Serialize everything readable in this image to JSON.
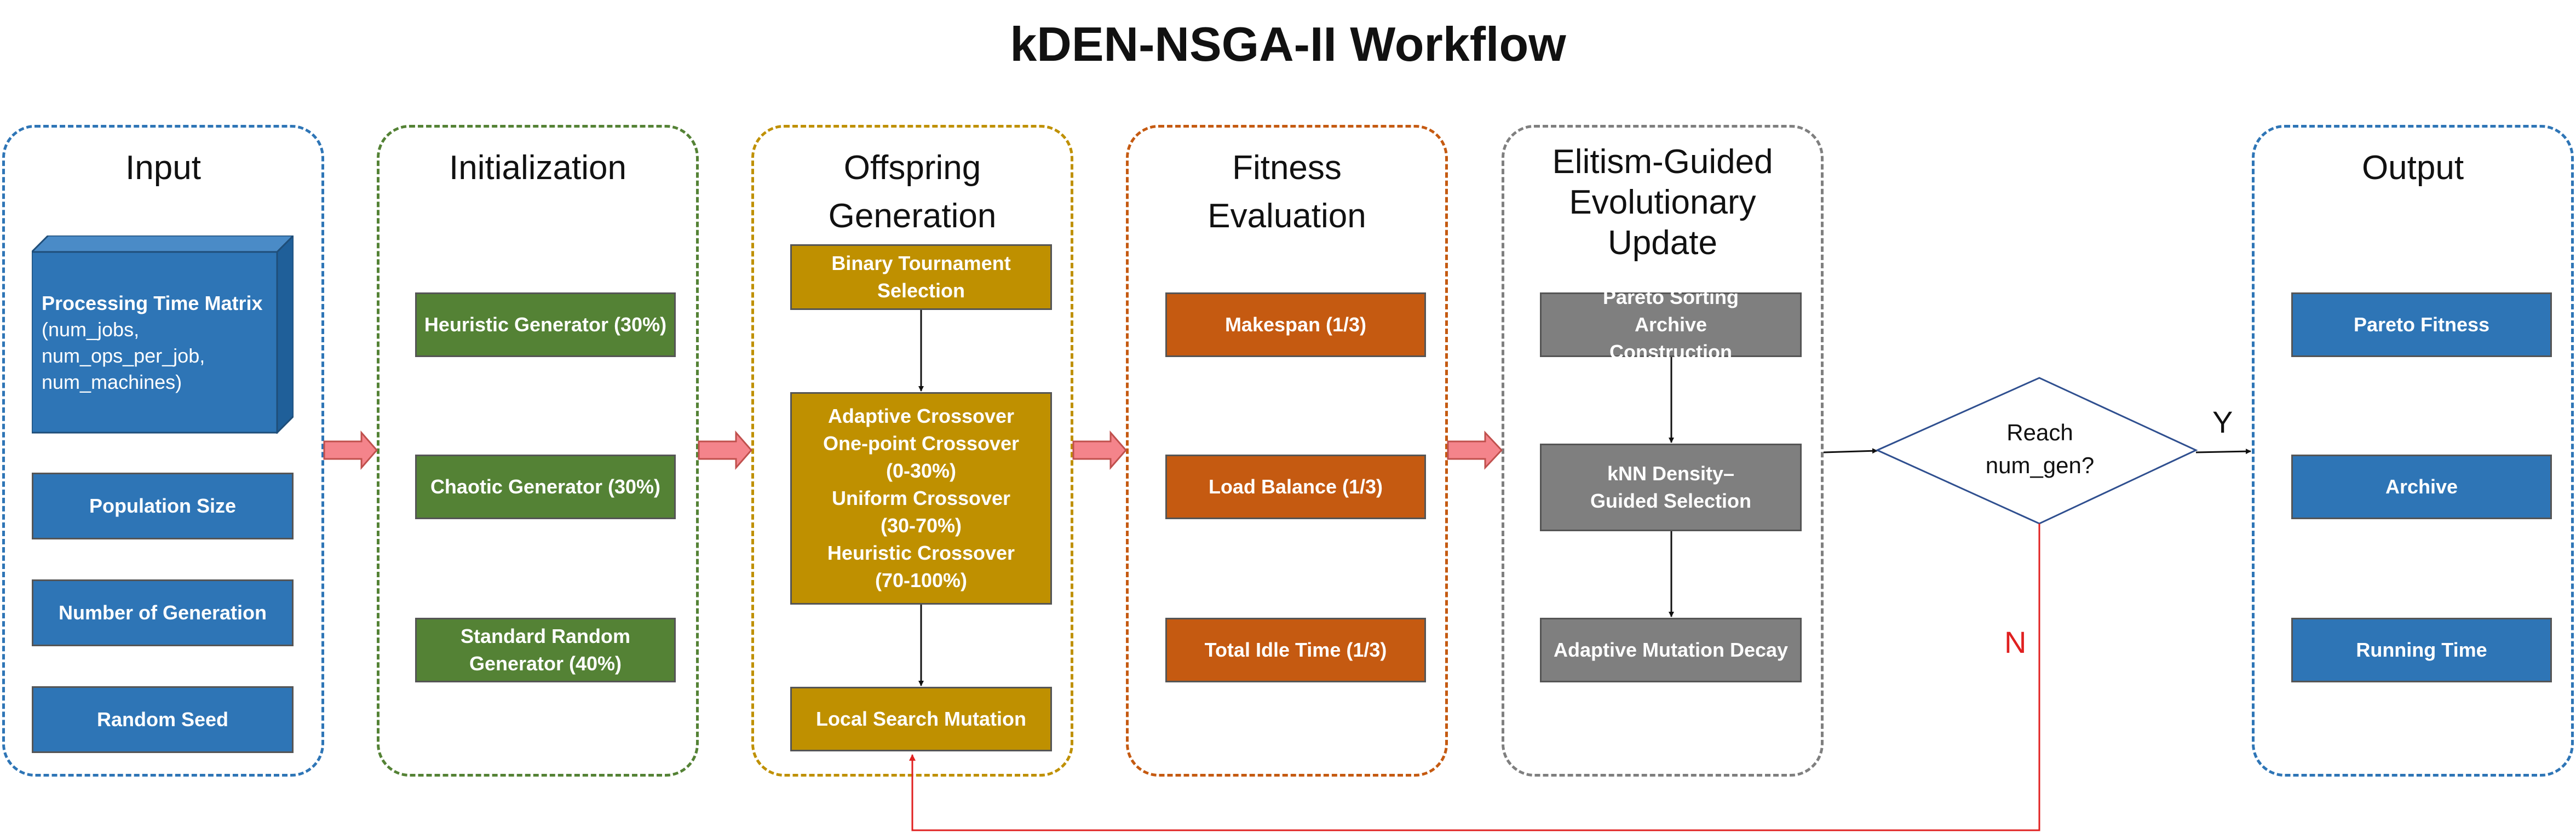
{
  "title": "kDEN-NSGA-II Workflow",
  "stages": {
    "input": {
      "title": "Input",
      "matrix_title": "Processing Time Matrix",
      "matrix_lines": [
        "(num_jobs,",
        "num_ops_per_job,",
        "num_machines)"
      ],
      "items": [
        "Population Size",
        "Number of Generation",
        "Random Seed"
      ]
    },
    "initialization": {
      "title": "Initialization",
      "items": [
        "Heuristic Generator (30%)",
        "Chaotic Generator (30%)",
        "Standard Random Generator (40%)"
      ]
    },
    "offspring": {
      "title": "Offspring Generation",
      "selection": "Binary Tournament Selection",
      "crossover_lines": [
        "Adaptive Crossover",
        "One-point Crossover",
        "(0-30%)",
        "Uniform Crossover",
        "(30-70%)",
        "Heuristic Crossover",
        "(70-100%)"
      ],
      "mutation": "Local Search Mutation"
    },
    "fitness": {
      "title": "Fitness Evaluation",
      "items": [
        "Makespan (1/3)",
        "Load Balance (1/3)",
        "Total Idle Time (1/3)"
      ]
    },
    "elitism": {
      "title": "Elitism-Guided Evolutionary Update",
      "items": [
        "Pareto Sorting Archive Construction",
        "kNN Density–Guided Selection",
        "Adaptive Mutation Decay"
      ]
    },
    "output": {
      "title": "Output",
      "items": [
        "Pareto Fitness",
        "Archive",
        "Running Time"
      ]
    }
  },
  "decision": {
    "text": "Reach num_gen?",
    "yes": "Y",
    "no": "N"
  },
  "colors": {
    "input_border": "#2e75b6",
    "init_border": "#548235",
    "offspring_border": "#bf9000",
    "fitness_border": "#c55a11",
    "elitism_border": "#7f7f7f",
    "output_border": "#2e75b6",
    "arrow_fill": "#f4848b",
    "loop_line": "#e02020"
  }
}
